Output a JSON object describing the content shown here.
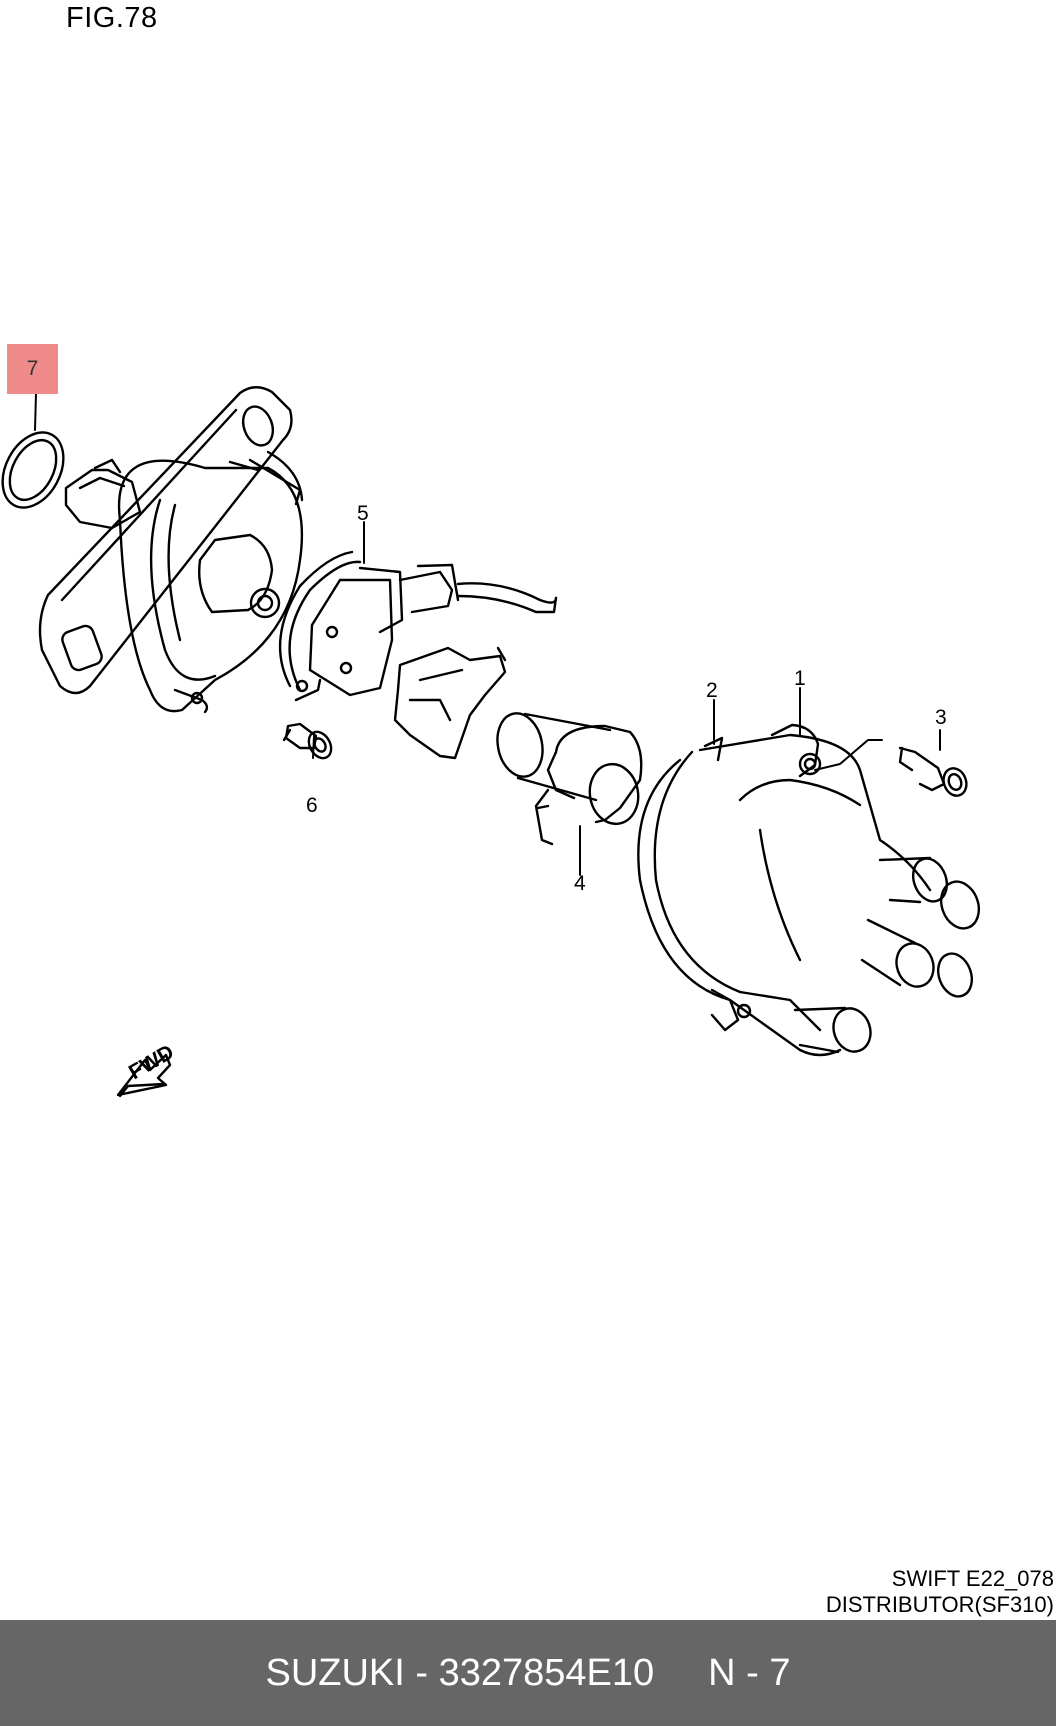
{
  "figure": {
    "title": "FIG.78"
  },
  "callouts": {
    "c1": "1",
    "c2": "2",
    "c3": "3",
    "c4": "4",
    "c5": "5",
    "c6": "6",
    "c7": "7"
  },
  "fwd_label": "FWD",
  "caption": {
    "line1": "SWIFT E22_078",
    "line2": "DISTRIBUTOR(SF310)"
  },
  "footer": {
    "part": "SUZUKI - 3327854E10",
    "qty": "N - 7"
  },
  "colors": {
    "highlight": "#f08b8b",
    "footer_bg": "#666666",
    "footer_text": "#ffffff"
  }
}
